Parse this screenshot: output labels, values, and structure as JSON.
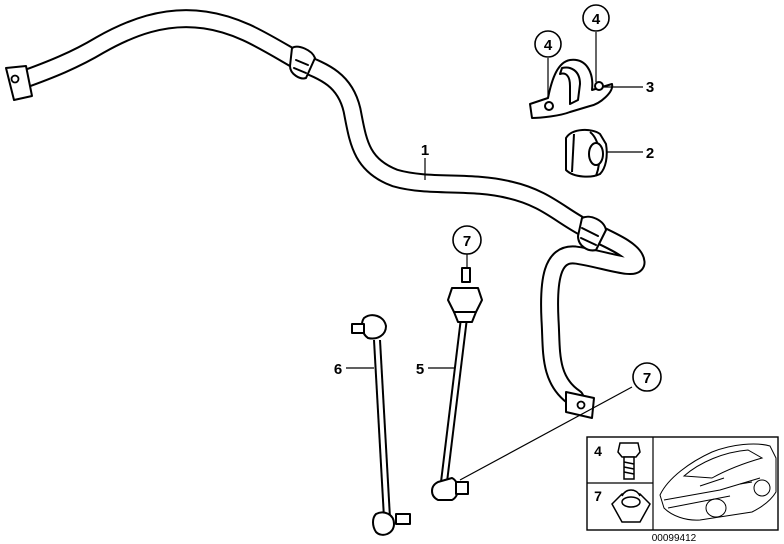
{
  "callouts": [
    {
      "id": "1",
      "label": "1"
    },
    {
      "id": "2",
      "label": "2"
    },
    {
      "id": "3",
      "label": "3"
    },
    {
      "id": "4a",
      "label": "4"
    },
    {
      "id": "4b",
      "label": "4"
    },
    {
      "id": "5",
      "label": "5"
    },
    {
      "id": "6",
      "label": "6"
    },
    {
      "id": "7a",
      "label": "7"
    },
    {
      "id": "7b",
      "label": "7"
    }
  ],
  "legend": {
    "rows": [
      {
        "label": "4",
        "part_icon": "bolt-icon"
      },
      {
        "label": "7",
        "part_icon": "nut-icon"
      }
    ],
    "vehicle_icon": "car-icon"
  },
  "diagram_number": "00099412"
}
